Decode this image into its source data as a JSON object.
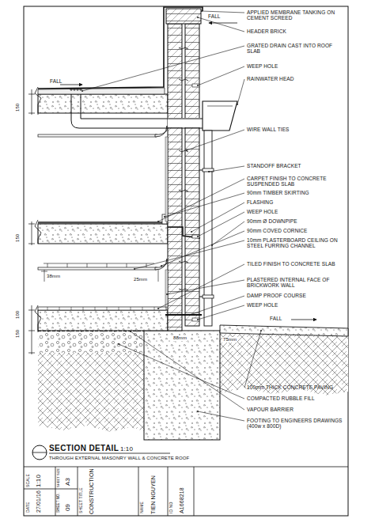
{
  "diagram": {
    "title": "SECTION DETAIL",
    "caption": "THROUGH EXTERNAL MASONRY WALL & CONCRETE ROOF",
    "labels": [
      "FALL",
      "APPLIED MEMBRANE TANKING ON CEMENT SCREED",
      "HEADER BRICK",
      "FALL",
      "GRATED DRAIN CAST INTO ROOF SLAB",
      "WEEP HOLE",
      "RAINWATER HEAD",
      "150",
      "WIRE WALL TIES",
      "STANDOFF BRACKET",
      "CARPET FINISH TO CONCRETE SUSPENDED SLAB",
      "90mm TIMBER SKIRTING",
      "FLASHING",
      "WEEP HOLE",
      "150",
      "90mm Ø DOWNPIPE",
      "90mm COVED CORNICE",
      "10mm PLASTERBOARD CEILING ON STEEL FURRING CHANNEL",
      "38mm",
      "25mm",
      "TILED FINISH TO CONCRETE SLAB",
      "PLASTERED INTERNAL FACE OF BRICKWORK WALL",
      "DAMP PROOF COURSE",
      "WEEP HOLE",
      "FALL",
      "100",
      "150",
      "88mm",
      "75mm",
      "100mm THICK CONCRETE PAVING",
      "COMPACTED RUBBLE FILL",
      "VAPOUR BARRIER",
      "FOOTING TO ENGINEERS DRAWINGS (400w x 800D)",
      "1:10",
      "ID NO",
      "A1668218",
      "NAME",
      "TIEN NGUYEN",
      "SHEET TITLE",
      "CONSTRUCTION",
      "SCALE",
      "1:10",
      "SHEET SIZE",
      "A3",
      "DATE",
      "27/01/16",
      "SHEET NO.",
      "09"
    ]
  }
}
